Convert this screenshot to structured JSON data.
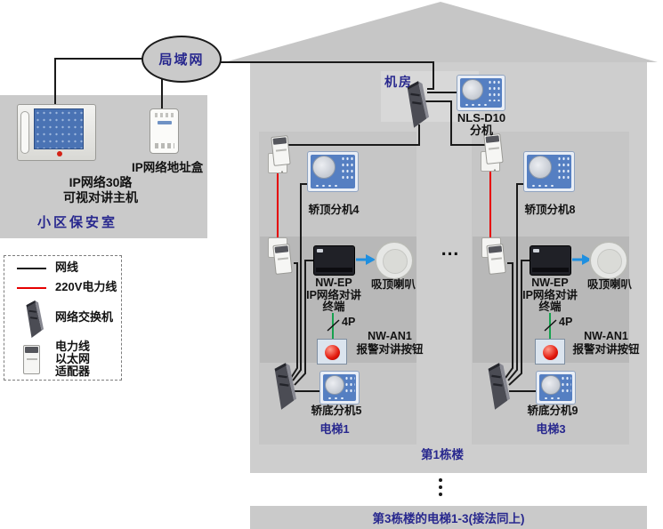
{
  "colors": {
    "panel_gray": "#cacaca",
    "house_gray": "#cecece",
    "shaft_gray": "#c6c6c6",
    "inner_gray": "#b8b8b8",
    "label_navy": "#28288e",
    "cable_black": "#1a1a1a",
    "cable_red": "#e60000",
    "cable_green": "#17a24f",
    "arrow_blue": "#1e8fe0"
  },
  "lan": {
    "label": "局域网"
  },
  "security_room": {
    "room_label": "小区保安室",
    "host_label_line1": "IP网络30路",
    "host_label_line2": "可视对讲主机",
    "address_box_label": "IP网络地址盒"
  },
  "legend": {
    "network_cable_label": "网线",
    "power_cable_label": "220V电力线",
    "switch_label": "网络交换机",
    "adapter_label_line1": "电力线",
    "adapter_label_line2": "以太网",
    "adapter_label_line3": "适配器"
  },
  "building": {
    "machine_room_label": "机房",
    "nls_label_line1": "NLS-D10",
    "nls_label_line2": "分机",
    "between_elevators_dots": "...",
    "building_label": "第1栋楼",
    "next_building_label": "第3栋楼的电梯1-3(接法同上)"
  },
  "elevators": [
    {
      "top_unit_label": "轿顶分机4",
      "terminal_label_line1": "NW-EP",
      "terminal_label_line2": "IP网络对讲",
      "terminal_label_line3": "终端",
      "speaker_label": "吸顶喇叭",
      "cable_label": "4P",
      "alarm_label_line1": "NW-AN1",
      "alarm_label_line2": "报警对讲按钮",
      "bottom_unit_label": "轿底分机5",
      "elevator_label": "电梯1"
    },
    {
      "top_unit_label": "轿顶分机8",
      "terminal_label_line1": "NW-EP",
      "terminal_label_line2": "IP网络对讲",
      "terminal_label_line3": "终端",
      "speaker_label": "吸顶喇叭",
      "cable_label": "4P",
      "alarm_label_line1": "NW-AN1",
      "alarm_label_line2": "报警对讲按钮",
      "bottom_unit_label": "轿底分机9",
      "elevator_label": "电梯3"
    }
  ]
}
